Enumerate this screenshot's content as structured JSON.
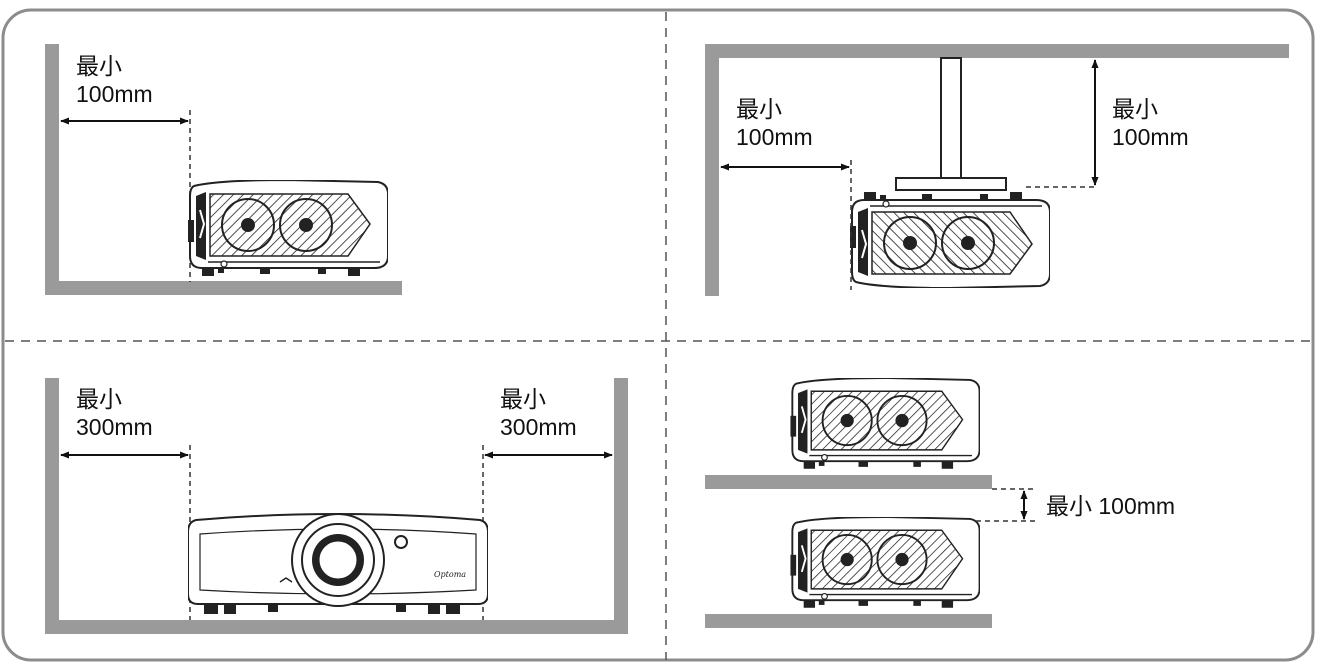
{
  "colors": {
    "wall": "#9a9a9a",
    "border": "#8c8c8c",
    "projector_body": "#ffffff",
    "projector_line": "#222222",
    "arrow": "#111111"
  },
  "panels": {
    "floor_clearance": {
      "label_line1": "最小",
      "label_line2": "100mm"
    },
    "ceiling_mount": {
      "side_label_line1": "最小",
      "side_label_line2": "100mm",
      "top_label_line1": "最小",
      "top_label_line2": "100mm"
    },
    "side_clearance": {
      "left_label_line1": "最小",
      "left_label_line2": "300mm",
      "right_label_line1": "最小",
      "right_label_line2": "300mm",
      "brand": "Optoma"
    },
    "stacked": {
      "gap_label": "最小 100mm"
    }
  }
}
